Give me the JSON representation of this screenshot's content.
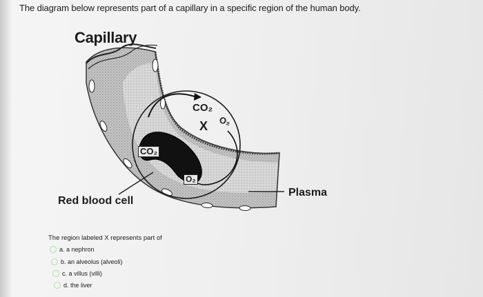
{
  "question": {
    "text": "The diagram below represents part of a capillary in a specific region of the human body."
  },
  "diagram": {
    "labels": {
      "capillary": "Capillary",
      "red_blood_cell": "Red blood cell",
      "plasma": "Plasma",
      "co2_top": "CO₂",
      "x_marker": "X",
      "o2_top": "O₂",
      "co2_cell": "CO₂",
      "o2_cell": "O₂"
    }
  },
  "prompt": "The region labeled X represents part of",
  "options": [
    {
      "label": "a. a nephron"
    },
    {
      "label": "b. an alveolus (alveoli)"
    },
    {
      "label": "c. a villus (villi)"
    },
    {
      "label": "d. the liver"
    }
  ],
  "colors": {
    "radio_border": "#b9d7b9",
    "stipple_fill": "#b5b5b5",
    "cell_dark": "#111111"
  }
}
